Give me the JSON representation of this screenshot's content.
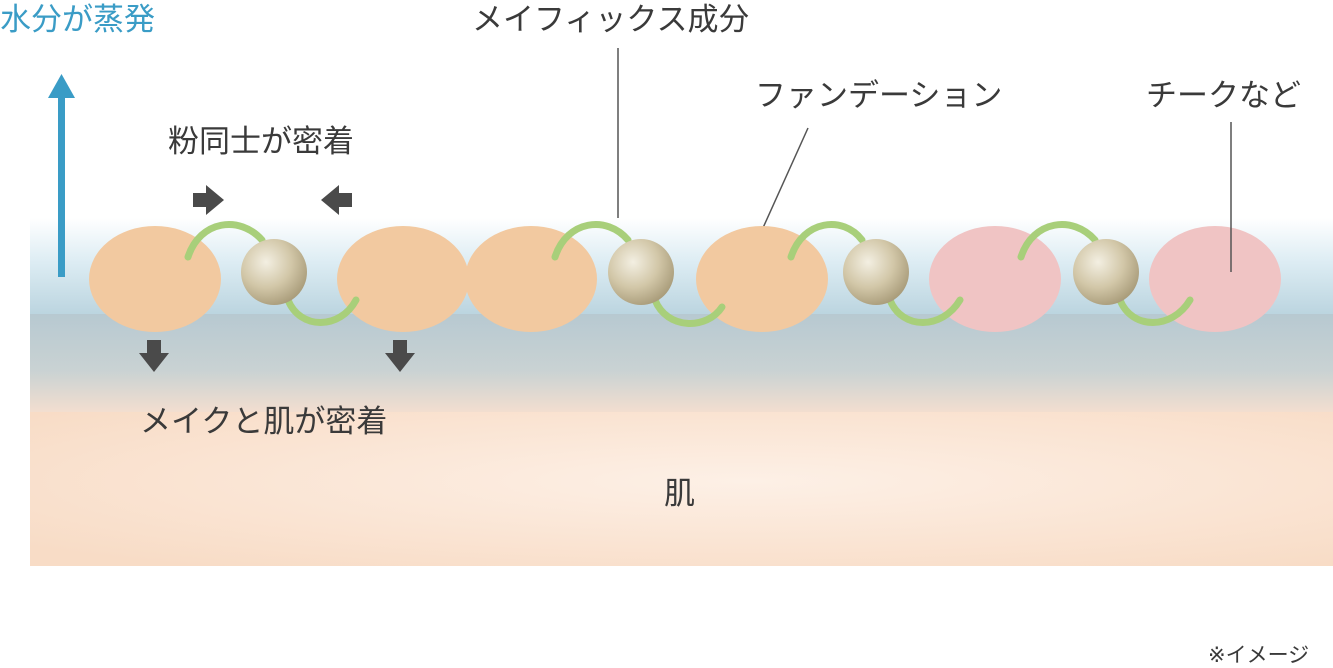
{
  "labels": {
    "evaporation": "水分が蒸発",
    "powder_adhesion": "粉同士が密着",
    "makeup_skin_adhesion": "メイクと肌が密着",
    "mayfix_ingredient": "メイフィックス成分",
    "foundation": "ファンデーション",
    "cheek_etc": "チークなど",
    "skin": "肌",
    "image_note": "※イメージ"
  },
  "colors": {
    "evaporation_accent": "#3a9cc6",
    "foundation_particle": "#f2c9a0",
    "cheek_particle": "#f0c4c4",
    "fix_chain": "#a8cf7a",
    "fix_bead": "#c9bfa2",
    "skin": "#fbe6d6",
    "arrow": "#4a4a4a"
  },
  "diagram": {
    "particles": [
      "foundation",
      "foundation",
      "foundation",
      "foundation",
      "cheek",
      "cheek"
    ]
  }
}
